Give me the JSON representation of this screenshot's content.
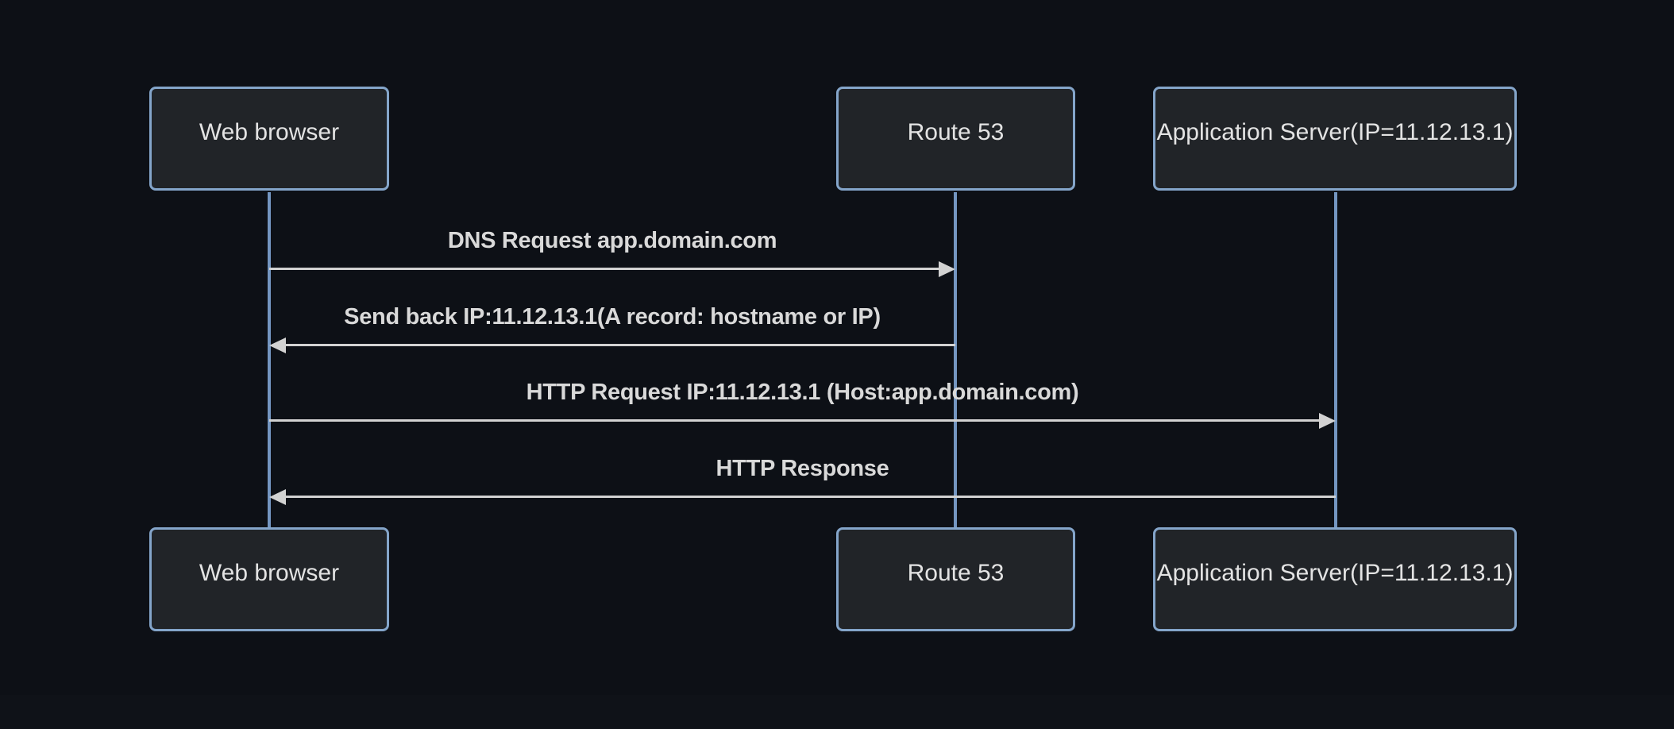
{
  "colors": {
    "background": "#0d1016",
    "background_strip": "#0f1218",
    "actor_fill": "#212428",
    "actor_border": "#84a5ca",
    "actor_text": "#e3e3e3",
    "lifeline": "#7496c1",
    "message_line": "#d2d2d2",
    "message_text": "#d9d9d9"
  },
  "diagram": {
    "type": "sequence",
    "actors": [
      {
        "id": "browser",
        "label": "Web browser"
      },
      {
        "id": "route53",
        "label": "Route 53"
      },
      {
        "id": "appserver",
        "label": "Application Server(IP=11.12.13.1)"
      }
    ],
    "messages": [
      {
        "from": "browser",
        "to": "route53",
        "direction": "right",
        "arrow": "solid-filled",
        "label": "DNS Request app.domain.com"
      },
      {
        "from": "route53",
        "to": "browser",
        "direction": "left",
        "arrow": "solid-filled",
        "label": "Send back IP:11.12.13.1(A record: hostname or IP)"
      },
      {
        "from": "browser",
        "to": "appserver",
        "direction": "right",
        "arrow": "solid-filled",
        "label": "HTTP Request IP:11.12.13.1 (Host:app.domain.com)"
      },
      {
        "from": "appserver",
        "to": "browser",
        "direction": "left",
        "arrow": "solid-filled",
        "label": "HTTP Response"
      }
    ]
  }
}
